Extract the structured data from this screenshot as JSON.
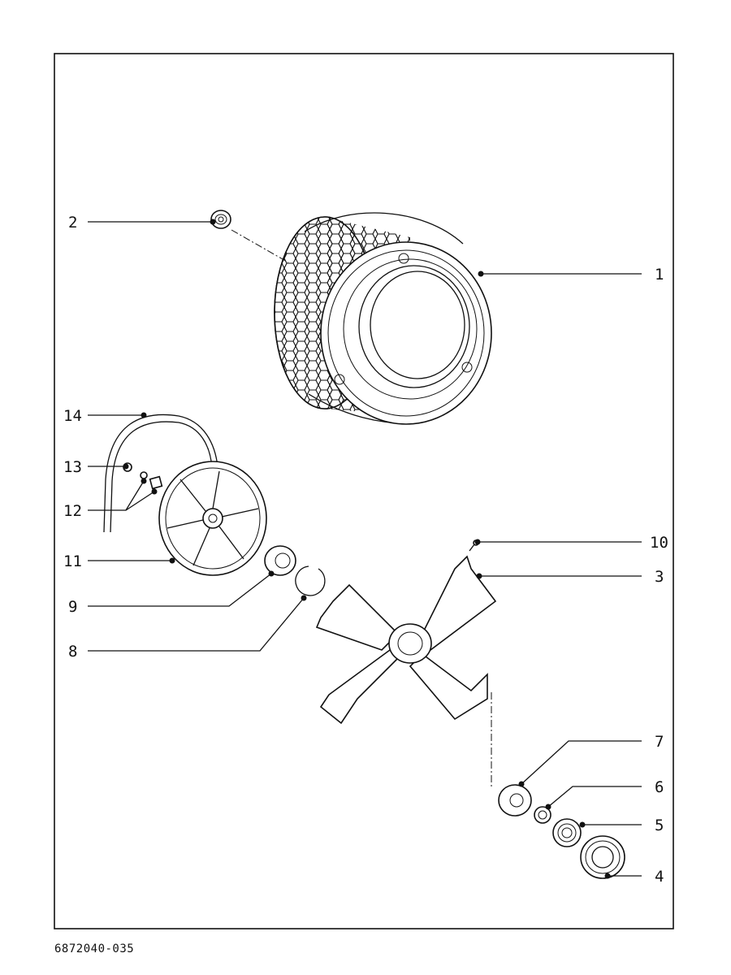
{
  "callouts": [
    {
      "id": "1",
      "label": "1"
    },
    {
      "id": "2",
      "label": "2"
    },
    {
      "id": "3",
      "label": "3"
    },
    {
      "id": "4",
      "label": "4"
    },
    {
      "id": "5",
      "label": "5"
    },
    {
      "id": "6",
      "label": "6"
    },
    {
      "id": "7",
      "label": "7"
    },
    {
      "id": "8",
      "label": "8"
    },
    {
      "id": "9",
      "label": "9"
    },
    {
      "id": "10",
      "label": "10"
    },
    {
      "id": "11",
      "label": "11"
    },
    {
      "id": "12",
      "label": "12"
    },
    {
      "id": "13",
      "label": "13"
    },
    {
      "id": "14",
      "label": "14"
    }
  ],
  "document_code": "6872040-035",
  "colors": {
    "ink": "#111111",
    "background": "#ffffff"
  }
}
